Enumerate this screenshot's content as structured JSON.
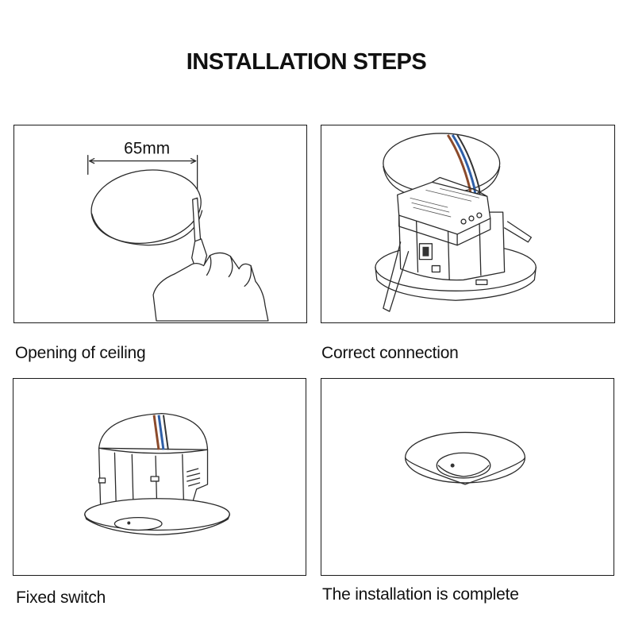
{
  "title": "INSTALLATION STEPS",
  "steps": [
    {
      "caption": "Opening of ceiling",
      "dimension_label": "65mm"
    },
    {
      "caption": "Correct connection"
    },
    {
      "caption": "Fixed switch"
    },
    {
      "caption": "The installation is complete"
    }
  ],
  "icons": [
    "ceiling-cut-illustration",
    "wiring-illustration",
    "sensor-mount-illustration",
    "installed-sensor-illustration"
  ],
  "colors": {
    "line": "#2a2a2a",
    "wire_brown": "#8b4a2b",
    "wire_blue": "#2e5fa8",
    "border": "#1a1a1a"
  }
}
